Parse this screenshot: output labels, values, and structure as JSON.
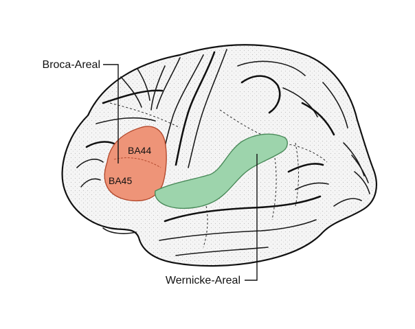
{
  "diagram": {
    "labels": {
      "broca": "Broca-Areal",
      "wernicke": "Wernicke-Areal",
      "ba44": "BA44",
      "ba45": "BA45"
    },
    "colors": {
      "broca_region": "#ee9478",
      "wernicke_region": "#9dd4ac",
      "brain_fill": "#f5f5f5",
      "outline": "#111111"
    }
  }
}
